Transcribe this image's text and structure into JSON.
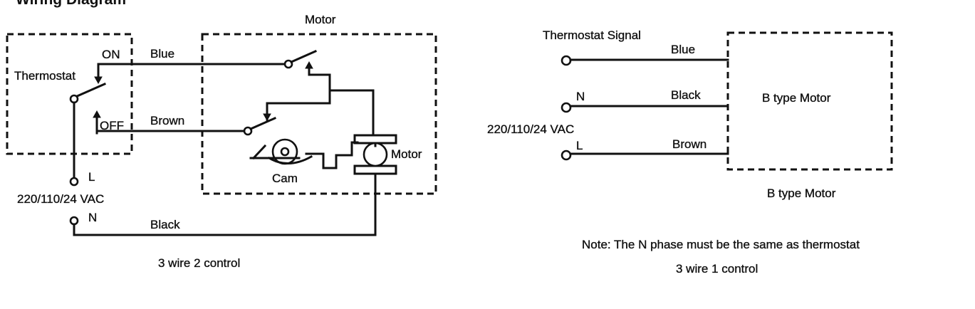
{
  "title": "Wiring Diagram",
  "left_diagram": {
    "motor_box_label": "Motor",
    "thermostat_label": "Thermostat",
    "on_label": "ON",
    "off_label": "OFF",
    "wire_blue": "Blue",
    "wire_brown": "Brown",
    "wire_black": "Black",
    "cam_label": "Cam",
    "motor_label": "Motor",
    "terminal_l": "L",
    "terminal_n": "N",
    "voltage": "220/110/24 VAC",
    "caption": "3 wire 2 control"
  },
  "right_diagram": {
    "thermostat_signal": "Thermostat Signal",
    "wire_blue": "Blue",
    "wire_black": "Black",
    "wire_brown": "Brown",
    "terminal_n": "N",
    "terminal_l": "L",
    "voltage": "220/110/24 VAC",
    "box_label": "B type Motor",
    "below_label": "B type Motor",
    "note": "Note: The N phase must be the same as thermostat",
    "caption": "3 wire 1 control"
  }
}
